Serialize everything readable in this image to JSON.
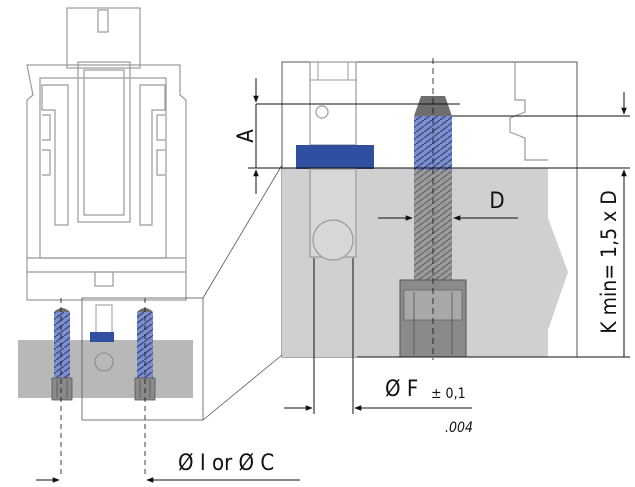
{
  "labels": {
    "a": "A",
    "d": "D",
    "f_main": "Ø F",
    "f_tol": "± 0,1",
    "f_tol_inch": ".004",
    "k": "K min= 1,5 x D",
    "i_or_c": "Ø I or Ø C"
  },
  "colors": {
    "outline": "#9a9a9a",
    "body": "#b8b8b8",
    "block": "#d0d0d0",
    "washer": "#2f4fa0",
    "screw": "#6e6e6e",
    "thread": "#5563a8",
    "line": "#111111"
  }
}
